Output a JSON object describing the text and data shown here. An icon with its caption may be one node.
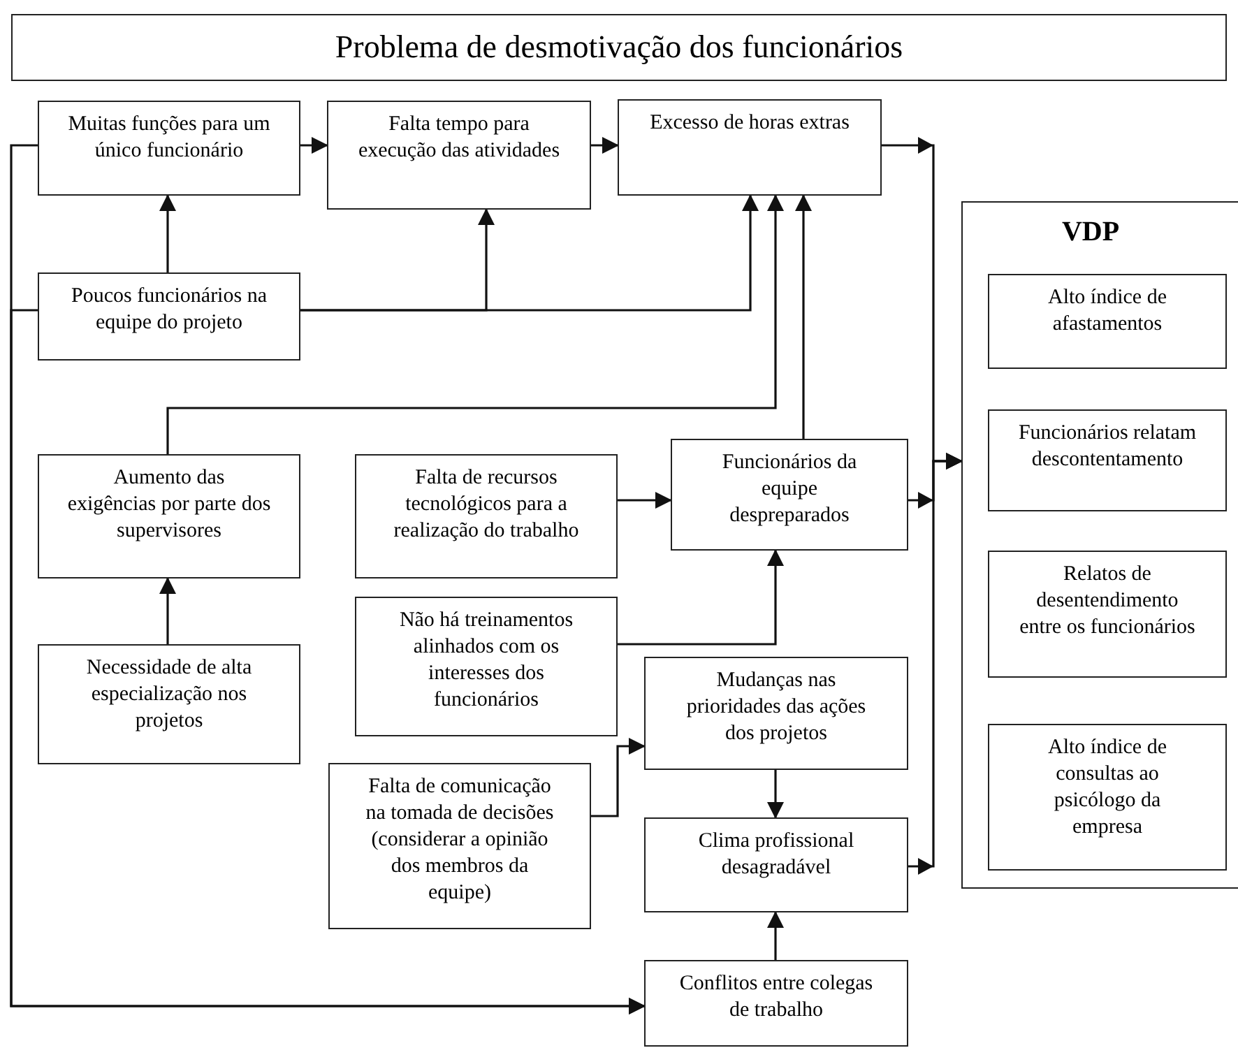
{
  "diagram": {
    "nodes": [
      {
        "text": [
          "Problema de desmotivação dos funcionários"
        ]
      },
      {
        "text": [
          "Muitas funções para um único funcionário"
        ]
      },
      {
        "text": [
          "Falta tempo para execução das atividades"
        ]
      },
      {
        "text": [
          "Excesso de horas extras"
        ]
      },
      {
        "text": [
          "VDP"
        ]
      },
      {
        "text": [
          "Alto índice de afastamentos"
        ],
        "in": 4
      },
      {
        "text": [
          "Funcionários relatam descontentamento"
        ],
        "in": 4
      },
      {
        "text": [
          "Relatos de desentendimento entre os funcionários"
        ],
        "in": 4
      },
      {
        "text": [
          "Alto índice de consultas ao psicólogo da empresa"
        ],
        "in": 4
      },
      {
        "text": [
          "Poucos funcionários na equipe do projeto"
        ]
      },
      {
        "text": [
          "Aumento das exigências por parte dos supervisores"
        ]
      },
      {
        "text": [
          "Falta de recursos tecnológicos para a realização do trabalho"
        ]
      },
      {
        "text": [
          "Funcionários da equipe despreparados"
        ]
      },
      {
        "text": [
          "Necessidade de alta especialização nos projetos"
        ]
      },
      {
        "text": [
          "Não há treinamentos alinhados com os interesses dos funcionários"
        ]
      },
      {
        "text": [
          "Mudanças nas prioridades das ações dos projetos"
        ]
      },
      {
        "text": [
          "Falta de comunicação na tomada de decisões (considerar a opinião dos membros da equipe)"
        ]
      },
      {
        "text": [
          "Clima profissional desagradável"
        ]
      },
      {
        "text": [
          "Conflitos entre colegas de trabalho"
        ]
      }
    ],
    "edges": [
      {
        "from": 1,
        "to": 2,
        "arrow": "to"
      },
      {
        "from": 2,
        "to": 3,
        "arrow": "to"
      },
      {
        "from": 3,
        "to": 4,
        "arrow": "to"
      },
      {
        "from": 12,
        "to": 4,
        "arrow": "to"
      },
      {
        "from": 17,
        "to": 4,
        "arrow": "to"
      },
      {
        "from": 9,
        "to": 1,
        "arrow": "to"
      },
      {
        "from": 9,
        "to": 2,
        "arrow": "to"
      },
      {
        "from": 9,
        "to": 3,
        "arrow": "to"
      },
      {
        "from": 1,
        "to": 18,
        "arrow": "to"
      },
      {
        "from": 9,
        "to": 18,
        "arrow": "to"
      },
      {
        "from": 10,
        "to": 3,
        "arrow": "to"
      },
      {
        "from": 12,
        "to": 3,
        "arrow": "to"
      },
      {
        "from": 11,
        "to": 12,
        "arrow": "to"
      },
      {
        "from": 13,
        "to": 10,
        "arrow": "to"
      },
      {
        "from": 14,
        "to": 12,
        "arrow": "to"
      },
      {
        "from": 16,
        "to": 15,
        "arrow": "to"
      },
      {
        "from": 15,
        "to": 17,
        "arrow": "to"
      },
      {
        "from": 18,
        "to": 17,
        "arrow": "to"
      }
    ]
  }
}
